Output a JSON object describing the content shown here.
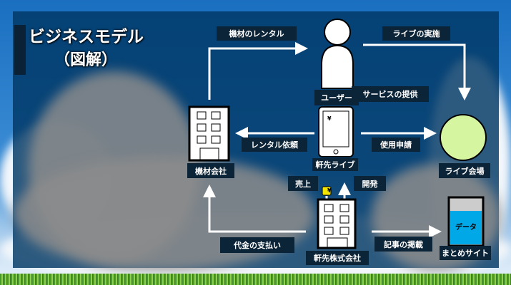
{
  "title": {
    "line1": "ビジネスモデル",
    "line2": "（図解）"
  },
  "nodes": {
    "user": "ユーザー",
    "app": "軒先ライブ",
    "equipment_company": "機材会社",
    "venue": "ライブ会場",
    "company": "軒先株式会社",
    "summary_site": "まとめサイト",
    "data": "データ"
  },
  "edges": {
    "equipment_rental": "機材のレンタル",
    "live_performance": "ライブの実施",
    "service_provision": "サービスの提供",
    "rental_request": "レンタル依頼",
    "usage_application": "使用申請",
    "sales": "売上",
    "development": "開発",
    "payment": "代金の支払い",
    "article_posting": "記事の掲載"
  },
  "yen_symbol": "¥",
  "colors": {
    "panel": "#003764",
    "label_bg": "#0c2438",
    "venue": "#d6f5a0",
    "data_fill": "#00a8e8",
    "yen": "#f5e600"
  }
}
